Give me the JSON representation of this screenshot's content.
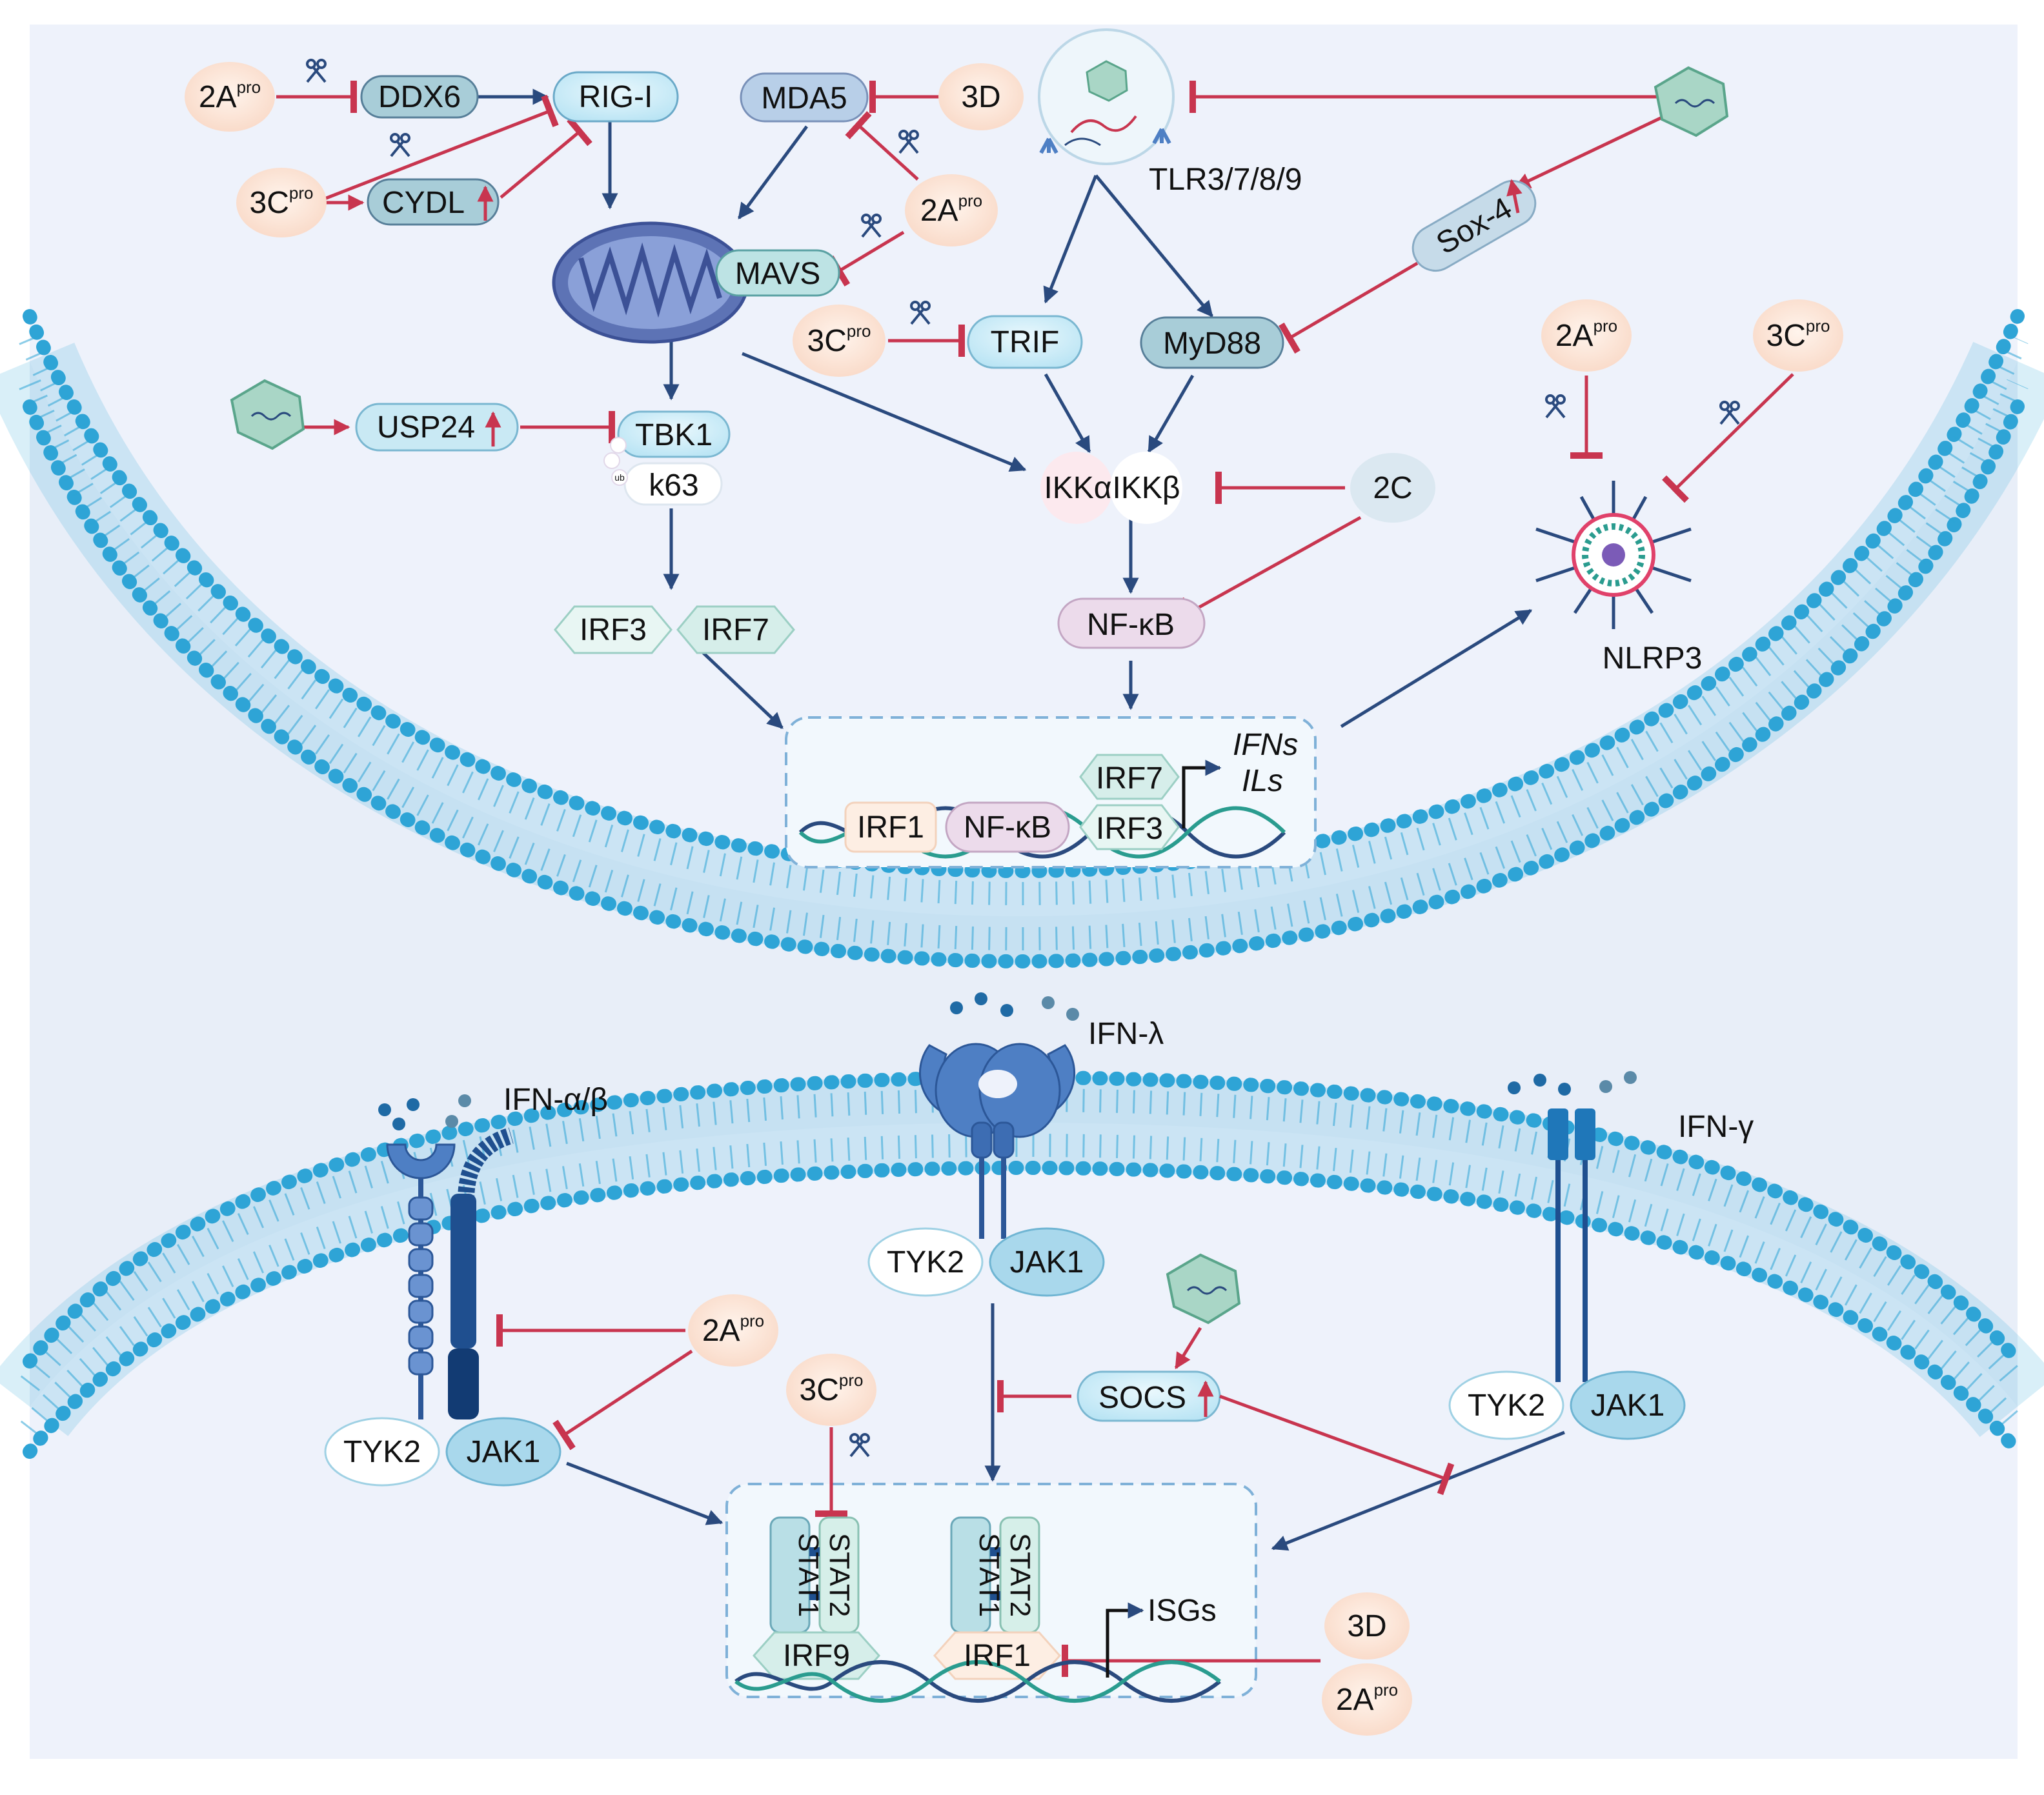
{
  "colors": {
    "background": "#e8eef8",
    "membrane": "#35a9d6",
    "activation_arrow": "#2a4a7e",
    "inhibition_arrow": "#c8354f",
    "viral_protease_fill": "#fde6d8",
    "receptor_blue": "#4e7fc4"
  },
  "cytoplasm": {
    "sensors": {
      "ddx6": "DDX6",
      "rig_i": "RIG-I",
      "mda5": "MDA5",
      "cydl": "CYDL",
      "mavs": "MAVS",
      "tlr": "TLR3/7/8/9",
      "sox4": "Sox-4",
      "trif": "TRIF",
      "myd88": "MyD88",
      "usp24": "USP24",
      "tbk1": "TBK1",
      "k63": "k63",
      "ub": "ub",
      "ikka": "IKKα",
      "ikkb": "IKKβ",
      "irf3": "IRF3",
      "irf7": "IRF7",
      "nfkb": "NF-κB",
      "nlrp3": "NLRP3"
    },
    "viral_proteins": {
      "p2a_base": "2A",
      "p3c_base": "3C",
      "pro_sup": "pro",
      "p3d": "3D",
      "p2c": "2C"
    },
    "nucleus_box": {
      "irf1": "IRF1",
      "nfkb": "NF-κB",
      "irf7": "IRF7",
      "irf3": "IRF3",
      "outputs": "IFNs",
      "outputs2": "ILs"
    }
  },
  "signaling": {
    "ifn_ab": "IFN-α/β",
    "ifn_l": "IFN-λ",
    "ifn_g": "IFN-γ",
    "tyk2": "TYK2",
    "jak1": "JAK1",
    "socs": "SOCS",
    "stat1": "STAT1",
    "stat2": "STAT2",
    "irf9": "IRF9",
    "irf1": "IRF1",
    "isgs": "ISGs",
    "p3d": "3D"
  }
}
